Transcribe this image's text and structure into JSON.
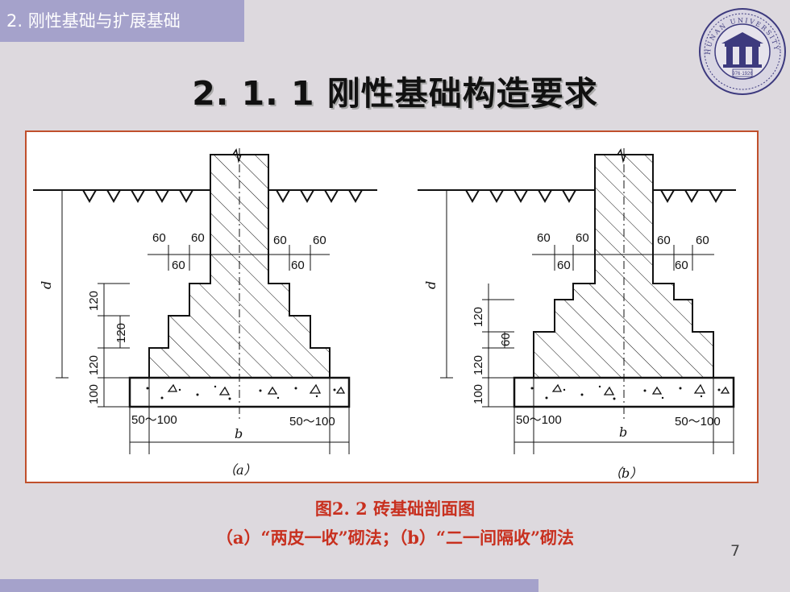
{
  "header": {
    "section": "2. 刚性基础与扩展基础",
    "title": "2. 1. 1 刚性基础构造要求"
  },
  "logo": {
    "ring_text": "HUNAN UNIVERSITY",
    "year": "976·1926"
  },
  "figure": {
    "panels": [
      {
        "label": "（a）",
        "top_dims": [
          "60",
          "60",
          "60",
          "60"
        ],
        "inner_dims": [
          "60",
          "60"
        ],
        "vertical_dims": [
          "120",
          "120",
          "120",
          "100"
        ],
        "depth_label": "d",
        "width_label": "b",
        "bottom_dims": [
          "50～100",
          "50～100"
        ]
      },
      {
        "label": "（b）",
        "top_dims": [
          "60",
          "60",
          "60",
          "60"
        ],
        "inner_dims": [
          "60",
          "60"
        ],
        "vertical_dims": [
          "120",
          "60",
          "120",
          "100"
        ],
        "depth_label": "d",
        "width_label": "b",
        "bottom_dims": [
          "50～100",
          "50～100"
        ]
      }
    ]
  },
  "caption": {
    "line1": "图2. 2   砖基础剖面图",
    "line2": "（a）“两皮一收”砌法；（b）“二一间隔收”砌法"
  },
  "page_number": "7",
  "colors": {
    "accent_bar": "#a5a2cb",
    "frame": "#c0502c",
    "caption": "#c8301f",
    "background": "#ddd9de"
  }
}
